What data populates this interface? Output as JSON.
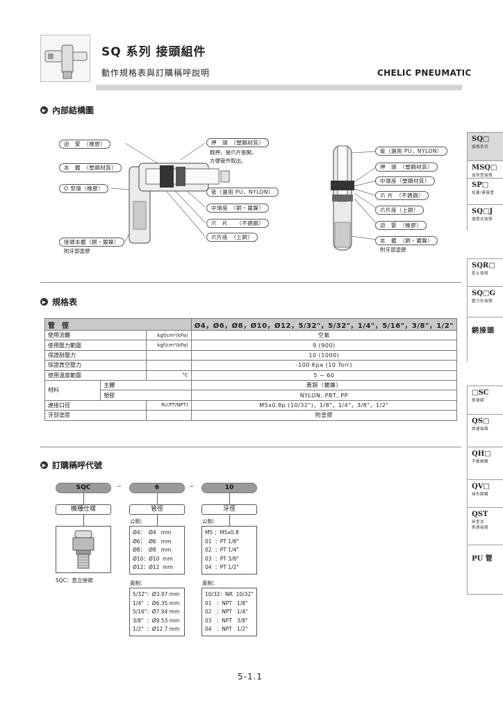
{
  "header": {
    "title": "SQ 系列  接頭組件",
    "subtitle": "動作規格表與訂購稱呼說明",
    "brand": "CHELIC PNEUMATIC"
  },
  "sections": {
    "structure": "內部結構圖",
    "spec": "規格表",
    "order": "訂購稱呼代號"
  },
  "diagram_left": {
    "labels": [
      "迫　緊　（橡膠）",
      "本　體　（塑鋼材質）",
      "O 型環（橡膠）",
      "接頭本體（銅・鍍鎳）",
      "押　環　（塑鋼材質）",
      "管（選用 PU，NYLON）",
      "中環座　（銅・鍍鎳）",
      "爪　片　　（不銹鋼）",
      "爪片座　（上銅）"
    ],
    "notes": [
      "附牙部塗膠",
      "輕押，使爪片張開，",
      "方便管件取出。"
    ]
  },
  "diagram_right": {
    "labels": [
      "管（選用 PU，NYLON）",
      "押　環　（塑鋼材質）",
      "中環座（塑鋼材質）",
      "爪 片　（不銹鋼）",
      "爪片座（上銅）",
      "迫　緊　（橡膠）",
      "本　體　（銅・鍍鎳）"
    ],
    "note": "附牙部塗膠"
  },
  "spec": {
    "header_label": "管　徑",
    "header_value": "Ø4，Ø6，Ø8，Ø10，Ø12，5/32\"，5/32\"，1/4\"，5/16\"，3/8\"，1/2\"",
    "rows": [
      {
        "label": "使用流體",
        "unit": "kgf/cm²(kPa)",
        "value": "空氣"
      },
      {
        "label": "使用壓力範圍",
        "unit": "kgf/cm²(kPa)",
        "value": "9 (900)"
      },
      {
        "label": "保證耐壓力",
        "unit": "",
        "value": "10 (1000)"
      },
      {
        "label": "保證真空壓力",
        "unit": "",
        "value": "-100 Kpa (10  Torr)"
      },
      {
        "label": "使用溫度範圍",
        "unit": "°C",
        "value": "5 ~ 60"
      }
    ],
    "material_label": "材料",
    "material_rows": [
      {
        "sub": "主體",
        "value": "黃銅（鍍鎳）"
      },
      {
        "sub": "塑膠",
        "value": "NYLON, PBT, PP"
      }
    ],
    "rows2": [
      {
        "label": "連接口徑",
        "unit": "Rc(PT/NPT)",
        "value": "M5x0.8p (10/32\")，1/8\"，1/4\"，3/8\"，1/2\""
      },
      {
        "label": "牙部塗膠",
        "unit": "",
        "value": "附塗膠"
      }
    ]
  },
  "order": {
    "code1": "SQC",
    "code2": "6",
    "code3": "10",
    "dash": "–",
    "box1": "機種仕樣",
    "box2": "管徑",
    "box3": "牙徑",
    "metric": "公制：",
    "imperial": "英制：",
    "product_caption": "SQC：直立接頭",
    "tube_metric": "Ø4：  Ø4   mm\nØ6：  Ø6   mm\nØ8：  Ø8   mm\nØ10：Ø10  mm\nØ12：Ø12  mm",
    "thread_metric": "M5 ：M5x0.8\n01  ：PT 1/8\"\n02  ：PT 1/4\"\n03  ：PT 3/8\"\n04  ：PT 1/2\"",
    "tube_imperial": "5/32\"：Ø3.97 mm\n1/4\"  ：Ø6.35 mm\n5/16\"：Ø7.94 mm\n3/8\"  ：Ø9.53 mm\n1/2\"  ：Ø12.7 mm",
    "thread_imperial": "10/32：NR  10/32\"\n01   ：NPT   1/8\"\n02   ：NPT   1/4\"\n03   ：NPT   3/8\"\n04   ：NPT   1/2\""
  },
  "sidebar": [
    {
      "title": "SQ□",
      "sub": "接頭系列"
    },
    {
      "title": "MSQ□",
      "sub": "迷你型接頭"
    },
    {
      "title": "SP□",
      "sub": "柱塞/連接管"
    },
    {
      "title": "SQ□J",
      "sub": "插管式接頭"
    },
    {
      "title": "SQR□",
      "sub": "密止接頭"
    },
    {
      "title": "SQ□G",
      "sub": "壓力計接頭"
    },
    {
      "title": "銅接頭",
      "sub": ""
    },
    {
      "title": "□SC",
      "sub": "調速閥"
    },
    {
      "title": "QS□",
      "sub": "調速接頭"
    },
    {
      "title": "QH□",
      "sub": "手動閥類"
    },
    {
      "title": "QV□",
      "sub": "球形閥類"
    },
    {
      "title": "QST",
      "sub": "新型式\n調速接頭"
    },
    {
      "title": "PU 管",
      "sub": ""
    }
  ],
  "page_number": "5-1.1"
}
